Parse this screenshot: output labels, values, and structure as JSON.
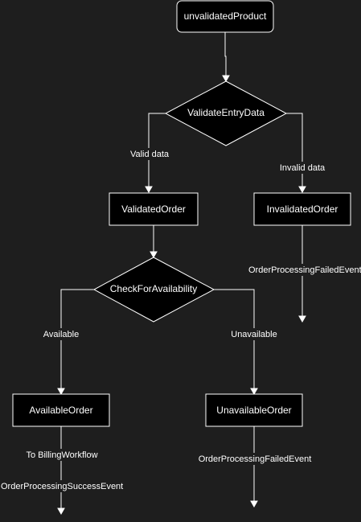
{
  "colors": {
    "background": "#1e1e1e",
    "node_fill": "#000000",
    "stroke": "#ffffff",
    "text": "#ffffff"
  },
  "nodes": {
    "unvalidated_product": "unvalidatedProduct",
    "validate_entry_data": "ValidateEntryData",
    "validated_order": "ValidatedOrder",
    "invalidated_order": "InvalidatedOrder",
    "check_for_availability": "CheckForAvailability",
    "available_order": "AvailableOrder",
    "unavailable_order": "UnavailableOrder"
  },
  "edges": {
    "valid_data": "Valid data",
    "invalid_data": "Invalid data",
    "available": "Available",
    "unavailable": "Unavailable",
    "invalidated_failed_event": "OrderProcessingFailedEvent",
    "to_billing_workflow": "To BillingWorkflow",
    "processing_success_event": "OrderProcessingSuccessEvent",
    "unavailable_failed_event": "OrderProcessingFailedEvent"
  }
}
